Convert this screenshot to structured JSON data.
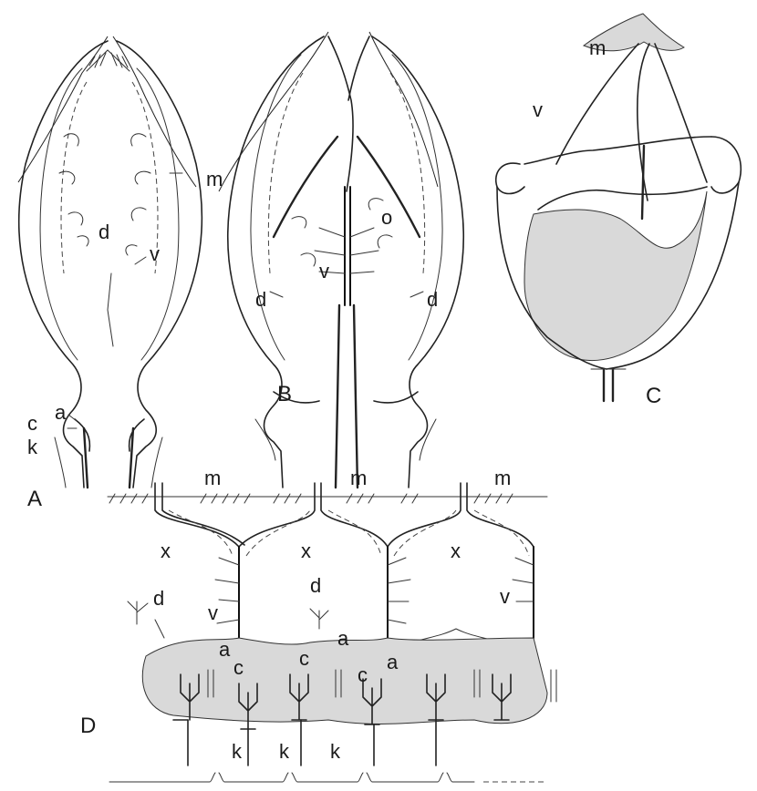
{
  "panels": {
    "A": {
      "letter": "A",
      "labels": {
        "m": "m",
        "d": "d",
        "v": "v",
        "a": "a",
        "c": "c",
        "k": "k"
      }
    },
    "B": {
      "letter": "B",
      "labels": {
        "o": "o",
        "d_left": "d",
        "d_right": "d",
        "v": "v"
      }
    },
    "C": {
      "letter": "C",
      "labels": {
        "m": "m",
        "v": "v"
      }
    },
    "D": {
      "letter": "D",
      "labels": {
        "m1": "m",
        "m2": "m",
        "m3": "m",
        "x1": "x",
        "x2": "x",
        "x3": "x",
        "d1": "d",
        "d2": "d",
        "v1": "v",
        "v2": "v",
        "a1": "a",
        "a2": "a",
        "a3": "a",
        "c1": "c",
        "c2": "c",
        "c3": "c",
        "k1": "k",
        "k2": "k",
        "k3": "k"
      }
    }
  }
}
